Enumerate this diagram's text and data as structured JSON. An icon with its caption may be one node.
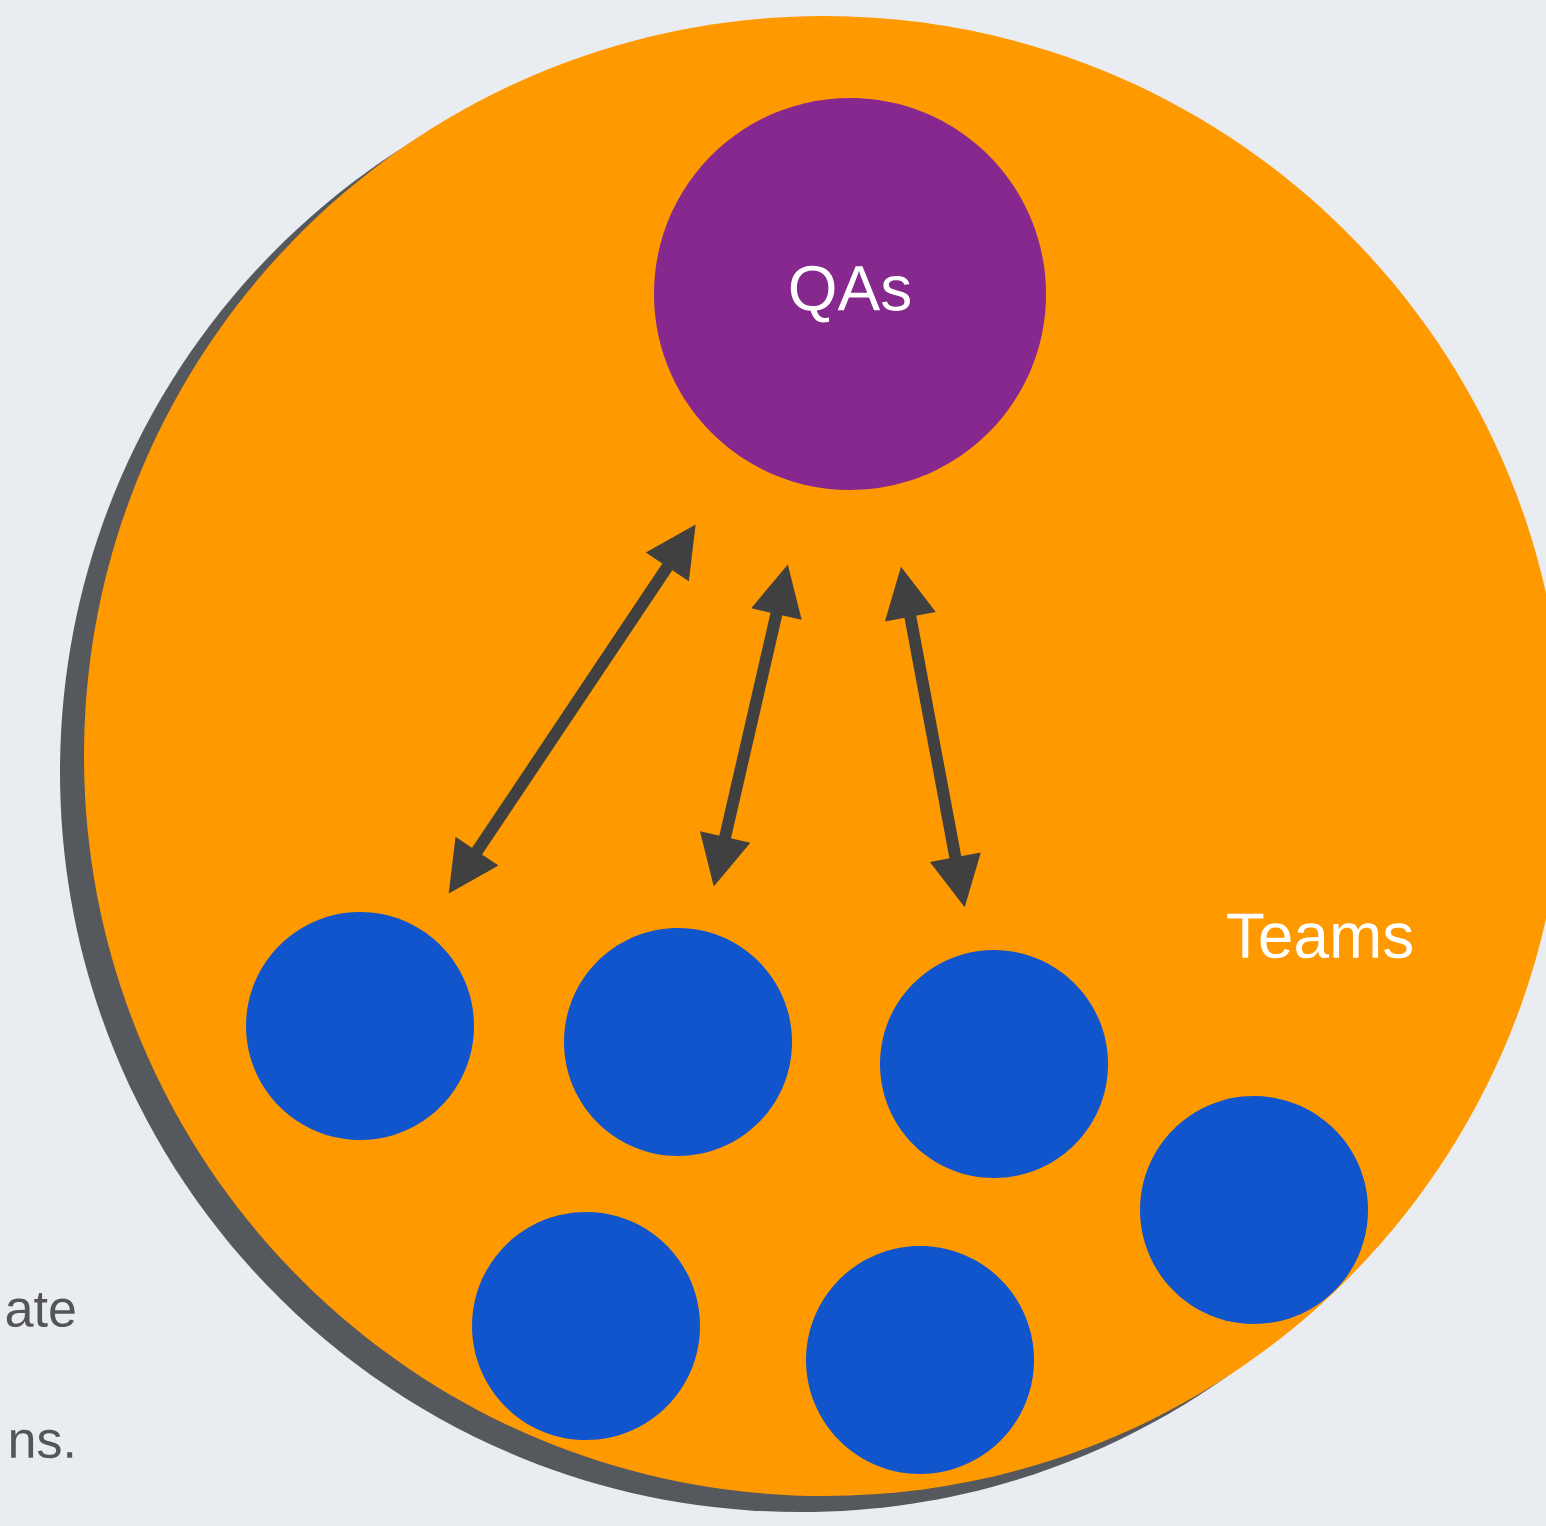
{
  "diagram": {
    "nodes": [
      {
        "text": [
          "Teams"
        ]
      },
      {
        "text": [
          "QAs"
        ],
        "in": 0
      },
      {
        "text": [],
        "shape": "circle",
        "in": 0
      },
      {
        "text": [],
        "shape": "circle",
        "in": 0
      },
      {
        "text": [],
        "shape": "circle",
        "in": 0
      },
      {
        "text": [],
        "shape": "circle",
        "in": 0
      },
      {
        "text": [],
        "shape": "circle",
        "in": 0
      },
      {
        "text": [],
        "shape": "circle",
        "in": 0
      }
    ],
    "edges": [
      {
        "from": 1,
        "to": 2,
        "arrow": "both"
      },
      {
        "from": 1,
        "to": 4,
        "arrow": "both"
      },
      {
        "from": 1,
        "to": 6,
        "arrow": "both"
      }
    ],
    "labels": [
      "ate",
      "ns."
    ]
  }
}
